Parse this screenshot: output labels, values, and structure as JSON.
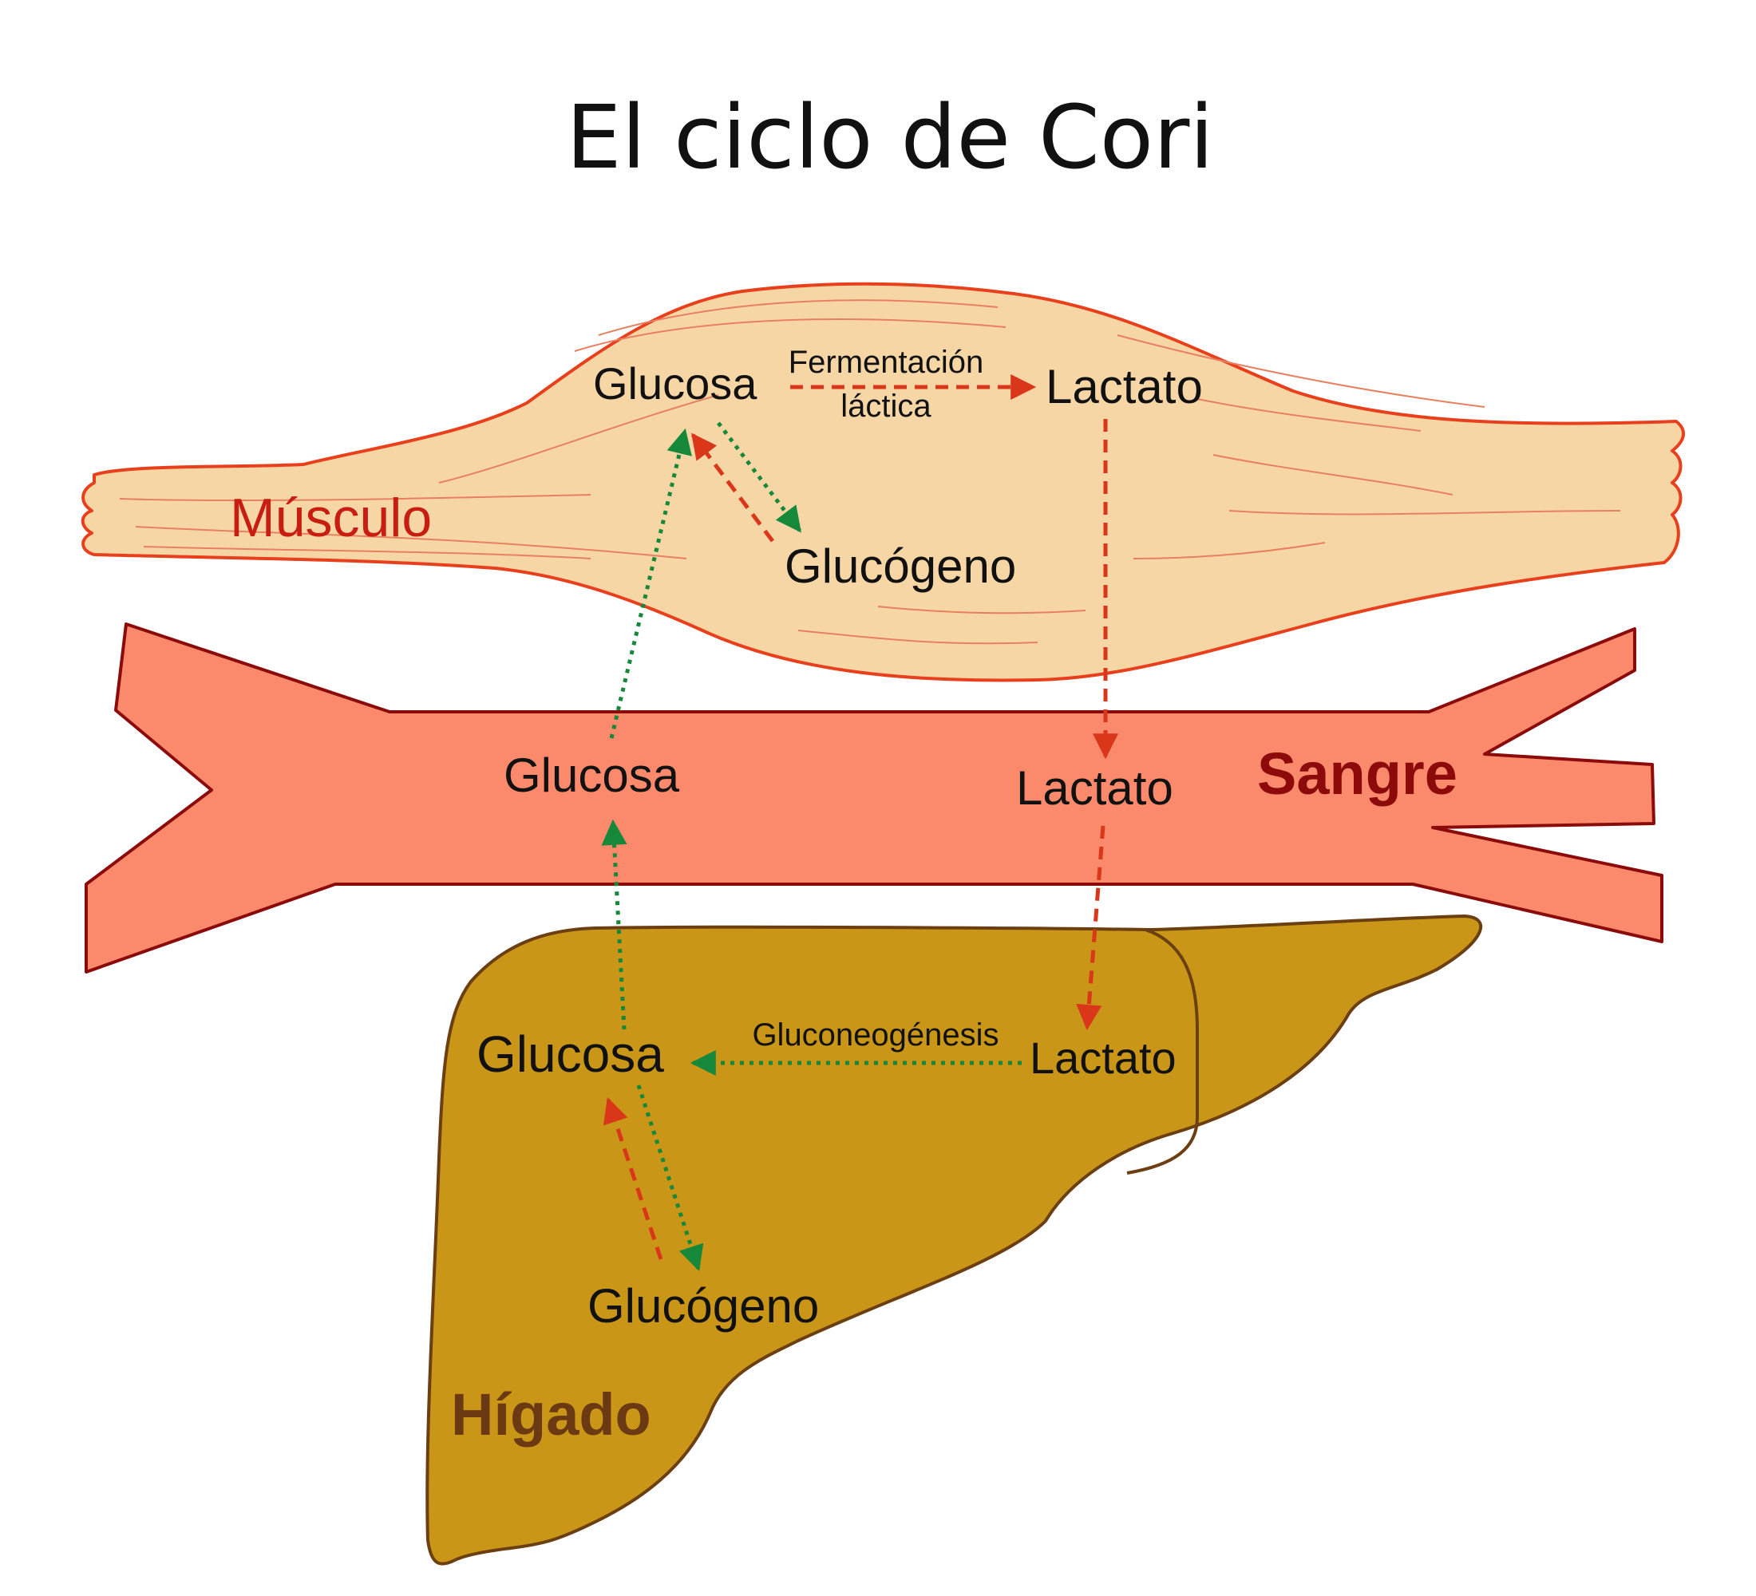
{
  "title": "El ciclo de Cori",
  "regions": {
    "muscle": "Músculo",
    "blood": "Sangre",
    "liver": "Hígado"
  },
  "muscle_nodes": {
    "glucose": "Glucosa",
    "lactate": "Lactato",
    "glycogen": "Glucógeno",
    "process_line1": "Fermentación",
    "process_line2": "láctica"
  },
  "blood_nodes": {
    "glucose": "Glucosa",
    "lactate": "Lactato"
  },
  "liver_nodes": {
    "glucose": "Glucosa",
    "lactate": "Lactato",
    "glycogen": "Glucógeno",
    "process": "Gluconeogénesis"
  },
  "colors": {
    "muscle_fill": "#F7D6A6",
    "muscle_stroke": "#E8401C",
    "blood_fill": "#FA8A6B",
    "blood_stroke": "#8B0A0A",
    "liver_fill": "#C99617",
    "liver_stroke": "#6B3F12",
    "red_arrow": "#D9361A",
    "green_arrow": "#16883A",
    "muscle_label": "#C81E12",
    "blood_label": "#8C0A0A",
    "liver_label": "#6B3A12"
  }
}
